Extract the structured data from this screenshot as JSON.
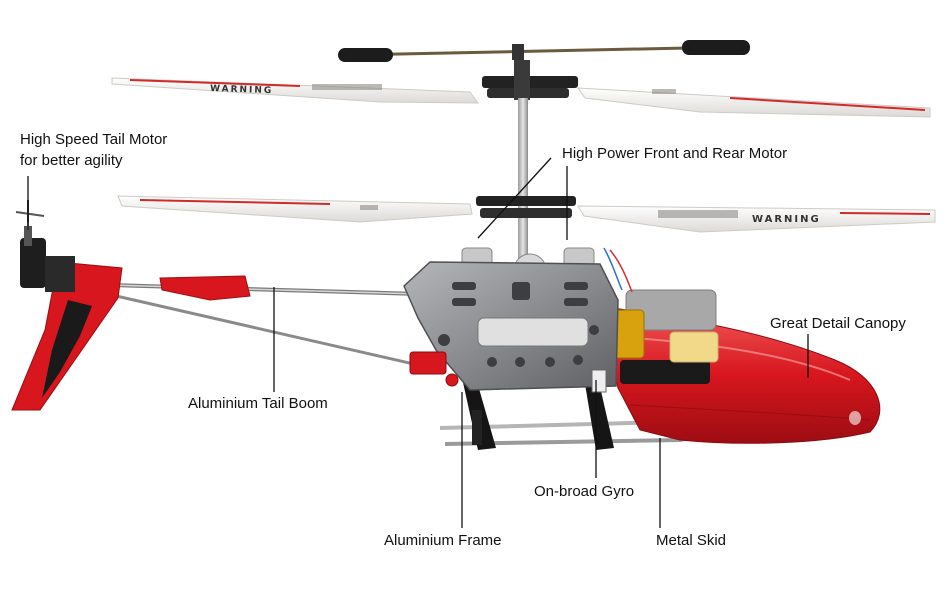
{
  "labels": {
    "tail_motor_line1": "High Speed Tail Motor",
    "tail_motor_line2": "for better agility",
    "main_motor": "High Power Front and Rear Motor",
    "canopy": "Great Detail Canopy",
    "tail_boom": "Aluminium Tail Boom",
    "gyro": "On-broad Gyro",
    "frame": "Aluminium Frame",
    "skid": "Metal Skid"
  },
  "blade_text": {
    "upper": "WARNING",
    "lower": "WARNING"
  },
  "colors": {
    "body_red": "#d8161e",
    "frame_grey": "#8d8f93",
    "blade_white": "#f3f1ee",
    "blade_stripe": "#d22a2a"
  }
}
